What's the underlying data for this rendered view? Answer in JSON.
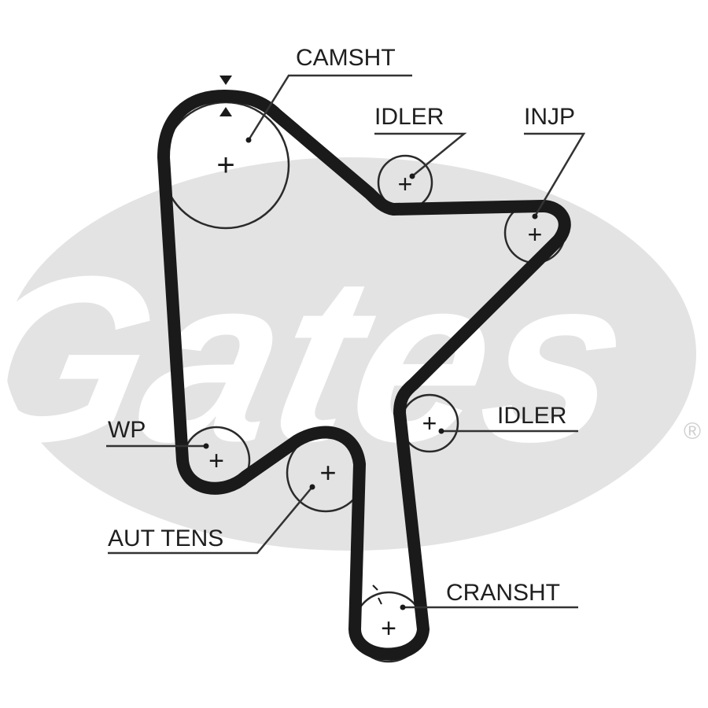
{
  "watermark": {
    "text": "Gates",
    "registered_mark": "®",
    "color": "#e3e3e3"
  },
  "colors": {
    "belt": "#1a1a1a",
    "pulley_outline": "#2a2a2a",
    "leader": "#333333",
    "label_text": "#1f1f1f"
  },
  "labels": {
    "camshaft": "CAMSHT",
    "idler_top": "IDLER",
    "injection_pump": "INJP",
    "idler_right": "IDLER",
    "water_pump": "WP",
    "auto_tensioner": "AUT TENS",
    "crankshaft": "CRANSHT"
  },
  "center_marks": {
    "symbol": "+"
  }
}
